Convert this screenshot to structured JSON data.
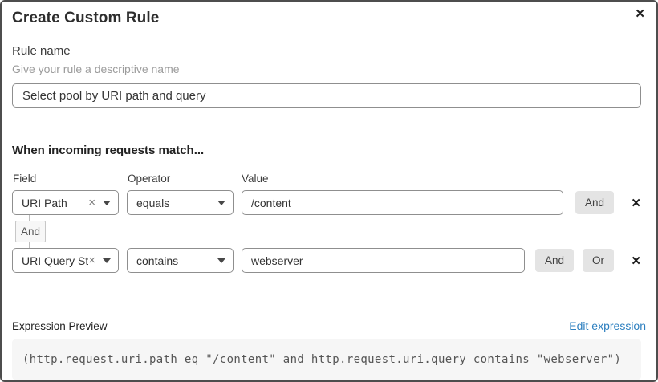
{
  "dialog": {
    "title": "Create Custom Rule"
  },
  "icons": {
    "close": "✕",
    "remove": "✕",
    "clear": "×"
  },
  "rule_name": {
    "label": "Rule name",
    "hint": "Give your rule a descriptive name",
    "value": "Select pool by URI path and query"
  },
  "match_section": {
    "heading": "When incoming requests match...",
    "columns": {
      "field": "Field",
      "operator": "Operator",
      "value": "Value"
    },
    "rows": [
      {
        "field": "URI Path",
        "operator": "equals",
        "value": "/content",
        "buttons": [
          "And"
        ]
      },
      {
        "field": "URI Query St...",
        "operator": "contains",
        "value": "webserver",
        "buttons": [
          "And",
          "Or"
        ]
      }
    ],
    "connector_label": "And"
  },
  "expression": {
    "label": "Expression Preview",
    "edit_link": "Edit expression",
    "code": "(http.request.uri.path eq \"/content\" and http.request.uri.query contains \"webserver\")"
  },
  "colors": {
    "link": "#2e80c0",
    "button_bg": "#e4e4e4",
    "code_bg": "#f6f6f6",
    "border": "#8f8f8f"
  }
}
